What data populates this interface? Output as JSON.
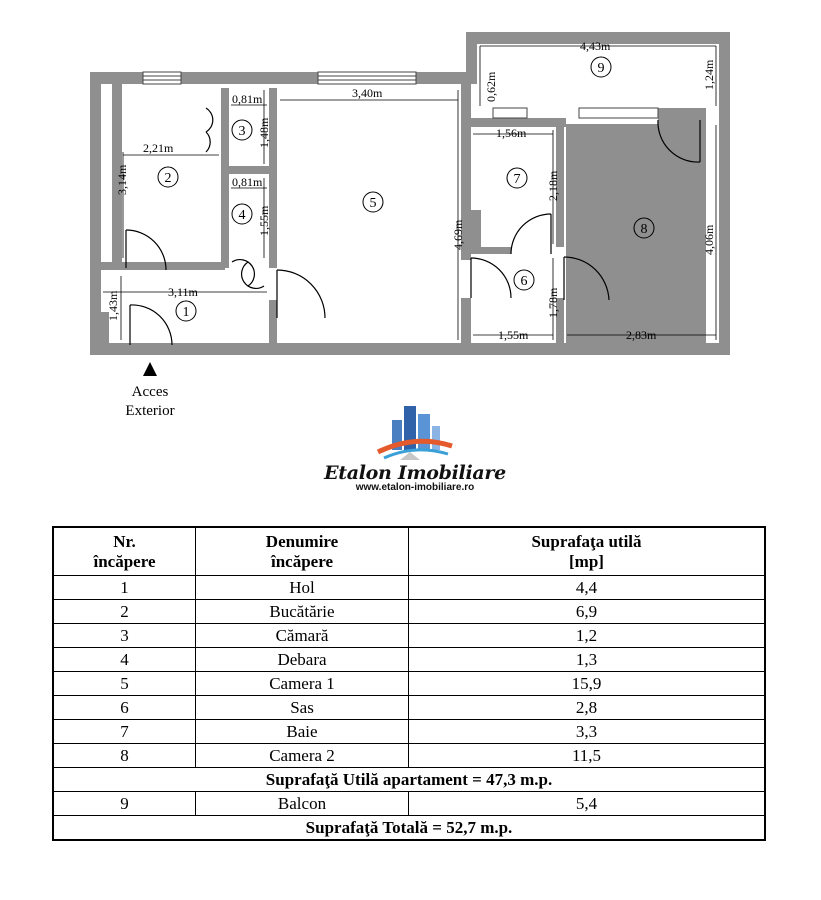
{
  "rooms": [
    {
      "id": "1",
      "dims": [
        "3,11m",
        "1,43m"
      ]
    },
    {
      "id": "2",
      "dims": [
        "2,21m",
        "3,14m"
      ]
    },
    {
      "id": "3",
      "dims": [
        "0,81m",
        "1,48m"
      ]
    },
    {
      "id": "4",
      "dims": [
        "0,81m",
        "1,55m"
      ]
    },
    {
      "id": "5",
      "dims": [
        "3,40m",
        "4,69m"
      ]
    },
    {
      "id": "6",
      "dims": [
        "1,55m",
        "1,78m"
      ]
    },
    {
      "id": "7",
      "dims": [
        "1,56m",
        "2,18m"
      ]
    },
    {
      "id": "8",
      "dims": [
        "2,83m",
        "4,06m"
      ]
    },
    {
      "id": "9",
      "dims": [
        "4,43m",
        "0,62m",
        "1,24m"
      ]
    }
  ],
  "access": {
    "line1": "Acces",
    "line2": "Exterior"
  },
  "logo": {
    "name": "Etalon Imobiliare",
    "url": "www.etalon-imobiliare.ro"
  },
  "table": {
    "headers": [
      {
        "line1": "Nr.",
        "line2": "încăpere"
      },
      {
        "line1": "Denumire",
        "line2": "încăpere"
      },
      {
        "line1": "Suprafaţa utilă",
        "line2": "[mp]"
      }
    ],
    "rows": [
      [
        "1",
        "Hol",
        "4,4"
      ],
      [
        "2",
        "Bucătărie",
        "6,9"
      ],
      [
        "3",
        "Cămară",
        "1,2"
      ],
      [
        "4",
        "Debara",
        "1,3"
      ],
      [
        "5",
        "Camera 1",
        "15,9"
      ],
      [
        "6",
        "Sas",
        "2,8"
      ],
      [
        "7",
        "Baie",
        "3,3"
      ],
      [
        "8",
        "Camera 2",
        "11,5"
      ]
    ],
    "util_total": "Suprafaţă Utilă apartament = 47,3 m.p.",
    "balcony_row": [
      "9",
      "Balcon",
      "5,4"
    ],
    "grand_total": "Suprafaţă Totală = 52,7 m.p."
  }
}
